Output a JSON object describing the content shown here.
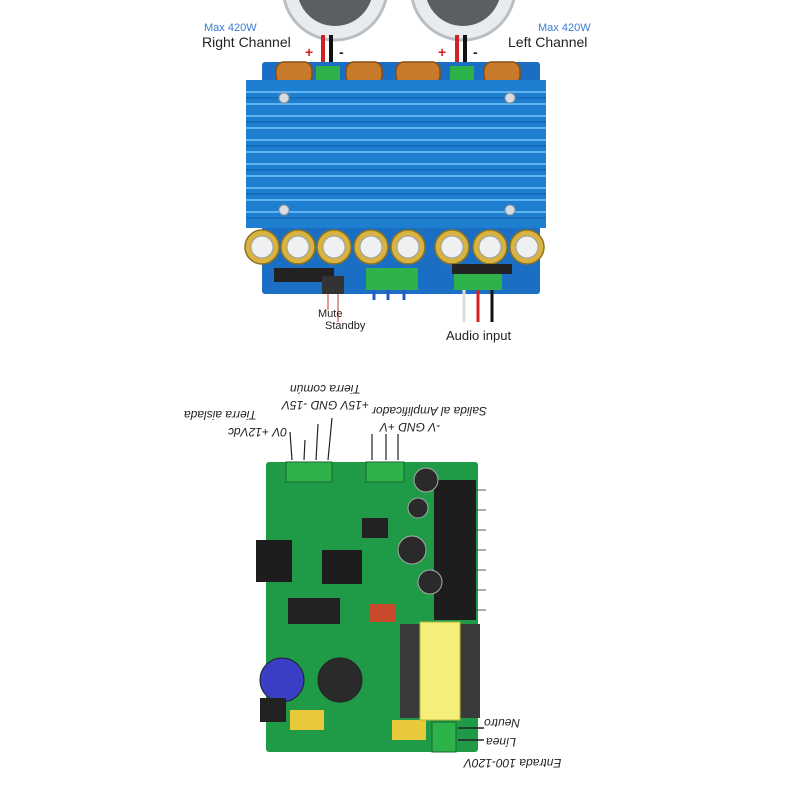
{
  "amplifier": {
    "right": {
      "max_label": "Max 420W",
      "channel_label": "Right Channel",
      "plus": "+",
      "minus": "-"
    },
    "left": {
      "max_label": "Max 420W",
      "channel_label": "Left Channel",
      "plus": "+",
      "minus": "-"
    },
    "mute_label": "Mute",
    "standby_label": "Standby",
    "audio_input_label": "Audio input"
  },
  "power_supply": {
    "label_0v": "0V +12Vdc",
    "label_tierra_aislada": "Tierra aislada",
    "label_15v": "+15V GND -15V",
    "label_tierra_comun": "Tierra común",
    "label_vgnd": "-V GND +V",
    "label_salida": "Salida al Amplificador",
    "label_neutro": "Neutro",
    "label_linea": "Línea",
    "label_entrada": "Entrada 100-120V"
  },
  "colors": {
    "heatsink": "#1e7fd0",
    "pcb_blue": "#1a6fc4",
    "pcb_green": "#1f9a46",
    "terminal_green": "#2db34a",
    "transformer_yellow": "#f4ef7a"
  }
}
